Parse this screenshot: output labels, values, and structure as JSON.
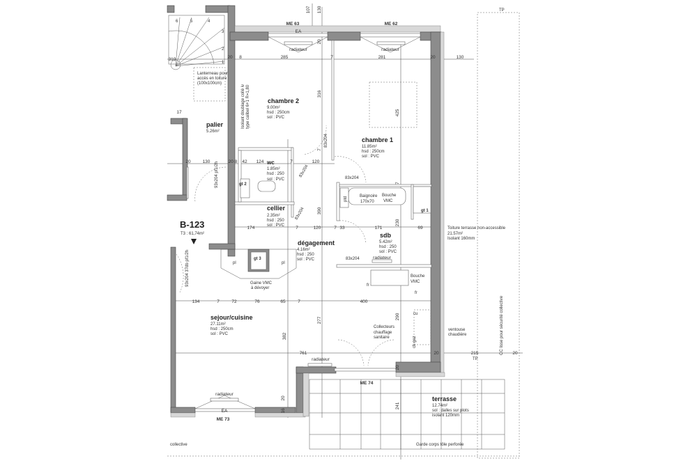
{
  "plan": {
    "unit_id": "B-123",
    "unit_summary": "T3 : 61,74m²",
    "rooms": [
      {
        "name": "chambre 2",
        "area": "9.00m²",
        "height": "hsd : 250cm",
        "floor": "sol : PVC"
      },
      {
        "name": "chambre 1",
        "area": "11.85m²",
        "height": "hsd : 250cm",
        "floor": "sol : PVC"
      },
      {
        "name": "palier",
        "area": "5.26m²"
      },
      {
        "name": "wc",
        "area": "1.85m²",
        "height": "hsd : 250",
        "floor": "sol : PVC"
      },
      {
        "name": "cellier",
        "area": "2.35m²",
        "height": "hsd : 250",
        "floor": "sol : PVC"
      },
      {
        "name": "dégagement",
        "area": "4.16m²",
        "height": "hsd : 250",
        "floor": "sol : PVC"
      },
      {
        "name": "sdb",
        "area": "5.42m²",
        "height": "hsd : 250",
        "floor": "sol : PVC"
      },
      {
        "name": "sejour/cuisine",
        "area": "27.11m²",
        "height": "hsd : 250cm",
        "floor": "sol : PVC"
      },
      {
        "name": "terrasse",
        "area": "12.74m²",
        "height": "sol : dalles sur plots",
        "floor": "isolant 120mm"
      }
    ],
    "windows": [
      "ME 63",
      "ME 62",
      "ME 74",
      "ME 73"
    ],
    "labels": {
      "ea": "EA",
      "radiateur": "radiateur",
      "lanterneau": [
        "Lanterneau pour",
        "accès en toiture",
        "(100x100cm)"
      ],
      "isolant": [
        "Isolant doublage collé iv",
        "type calibel 6+1 R=1,80"
      ],
      "door_83": "83x204",
      "door_93": "93x204 pf1/2h",
      "door_entry": "93x204 37db pf1/2h",
      "baignoire": [
        "Baignoire",
        "170x70"
      ],
      "bouche_vmc": [
        "Bouche",
        "VMC"
      ],
      "gt1": "gt 1",
      "gt2": "gt 2",
      "gt3": "gt 3",
      "pl": "pl",
      "ptd": "ptd",
      "gaine": [
        "Gaine VMC",
        "à dévoyer"
      ],
      "fr": "fr",
      "cu": "cu",
      "collecteurs": [
        "Collecteurs",
        "chauffage",
        "sanitaire"
      ],
      "ch_gaz": "ch gaz",
      "ventouse": [
        "ventouse",
        "chaudière"
      ],
      "toiture": [
        "Toiture terrasse non-accessible",
        "21.57m²",
        "Isolant 160mm"
      ],
      "cc": "CC lisse pour sécurité collective",
      "tp": "TP",
      "garde_corps": "Garde corps tôle perforée",
      "collective": "collective",
      "stairs": [
        "6",
        "5",
        "4",
        "3",
        "2",
        "1"
      ]
    },
    "dims": {
      "top": [
        "107",
        "130"
      ],
      "row1": [
        "310",
        "20",
        "8",
        "285",
        "7",
        "281",
        "20",
        "130"
      ],
      "row2": [
        "20",
        "130",
        "20 8",
        "42",
        "124",
        "7",
        "120",
        "17"
      ],
      "row3": [
        "174",
        "7",
        "120",
        "7",
        "33",
        "171",
        "69"
      ],
      "row4": [
        "134",
        "7",
        "72",
        "76",
        "65",
        "7",
        "400"
      ],
      "row5": [
        "761",
        "20",
        "215",
        "20"
      ],
      "vertical": [
        "316",
        "425",
        "390",
        "230",
        "277",
        "382",
        "290",
        "241",
        "20",
        "20",
        "16",
        "7",
        "7",
        "20"
      ]
    }
  }
}
